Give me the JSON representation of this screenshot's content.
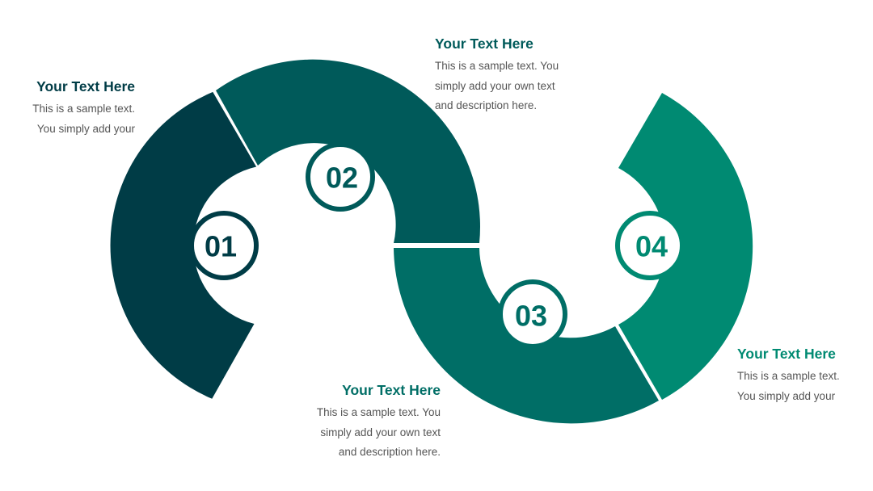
{
  "colors": {
    "step1": "#003c46",
    "step2": "#005a5a",
    "step3": "#006e66",
    "step4": "#008a72"
  },
  "steps": [
    {
      "number": "01",
      "title": "Your Text Here",
      "desc_lines": [
        "This is a sample text.",
        "You simply add your"
      ]
    },
    {
      "number": "02",
      "title": "Your Text Here",
      "desc_lines": [
        "This is a sample text. You",
        "simply add your own text",
        "and description here."
      ]
    },
    {
      "number": "03",
      "title": "Your Text Here",
      "desc_lines": [
        "This is a sample text. You",
        "simply add your own text",
        "and description here."
      ]
    },
    {
      "number": "04",
      "title": "Your Text Here",
      "desc_lines": [
        "This is a sample text.",
        "You simply add your"
      ]
    }
  ]
}
